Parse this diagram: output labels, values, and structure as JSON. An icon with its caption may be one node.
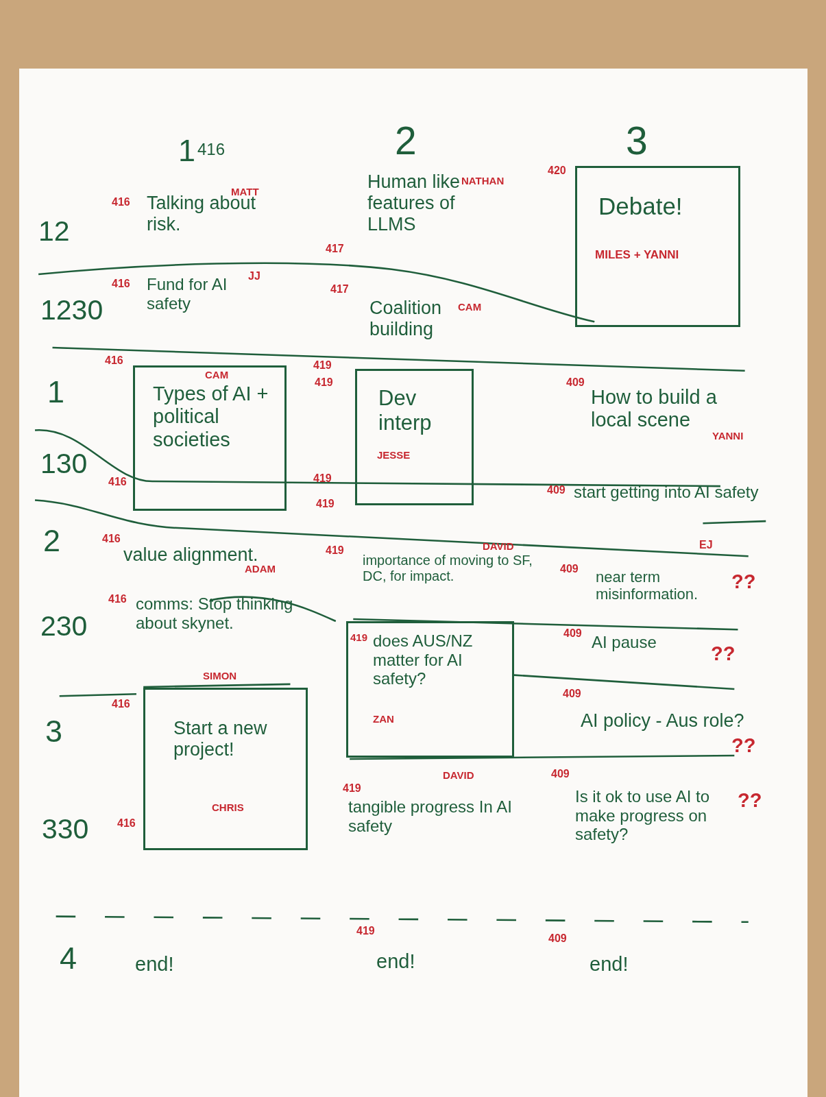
{
  "diagram": {
    "nodes": [
      {
        "text": [
          "Debate!",
          "MILES + YANNI"
        ],
        "beside": [
          "420"
        ]
      },
      {
        "text": [
          "CAM",
          "Types of AI + political societies"
        ],
        "beside": [
          "416",
          "416"
        ]
      },
      {
        "text": [
          "Dev interp",
          "JESSE"
        ],
        "beside": [
          "419",
          "419",
          "419",
          "419"
        ]
      },
      {
        "text": [
          "419",
          "does AUS/NZ matter for AI safety?",
          "ZAN"
        ]
      },
      {
        "text": [
          "Start a new project!",
          "CHRIS"
        ],
        "beside": [
          "416"
        ]
      }
    ],
    "labels": [
      "1",
      "416",
      "2",
      "3",
      "416",
      "Talking about risk.",
      "MATT",
      "Human like features of LLMS",
      "NATHAN",
      "12",
      "417",
      "416",
      "Fund for AI safety",
      "JJ",
      "1230",
      "417",
      "Coalition building",
      "CAM",
      "1",
      "409",
      "How to build a local scene",
      "YANNI",
      "130",
      "409",
      "start getting into AI safety",
      "EJ",
      "2",
      "416",
      "value alignment.",
      "ADAM",
      "419",
      "importance of moving to SF, DC, for impact.",
      "DAVID",
      "409",
      "near term misinformation.",
      "??",
      "416",
      "230",
      "comms: Stop thinking about skynet.",
      "SIMON",
      "409",
      "AI pause",
      "??",
      "416",
      "3",
      "409",
      "AI policy - Aus role?",
      "??",
      "419",
      "DAVID",
      "409",
      "??",
      "330",
      "tangible progress In AI safety",
      "Is it ok to use AI to make progress on safety?",
      "419",
      "409",
      "4",
      "end!",
      "end!",
      "end!"
    ]
  }
}
